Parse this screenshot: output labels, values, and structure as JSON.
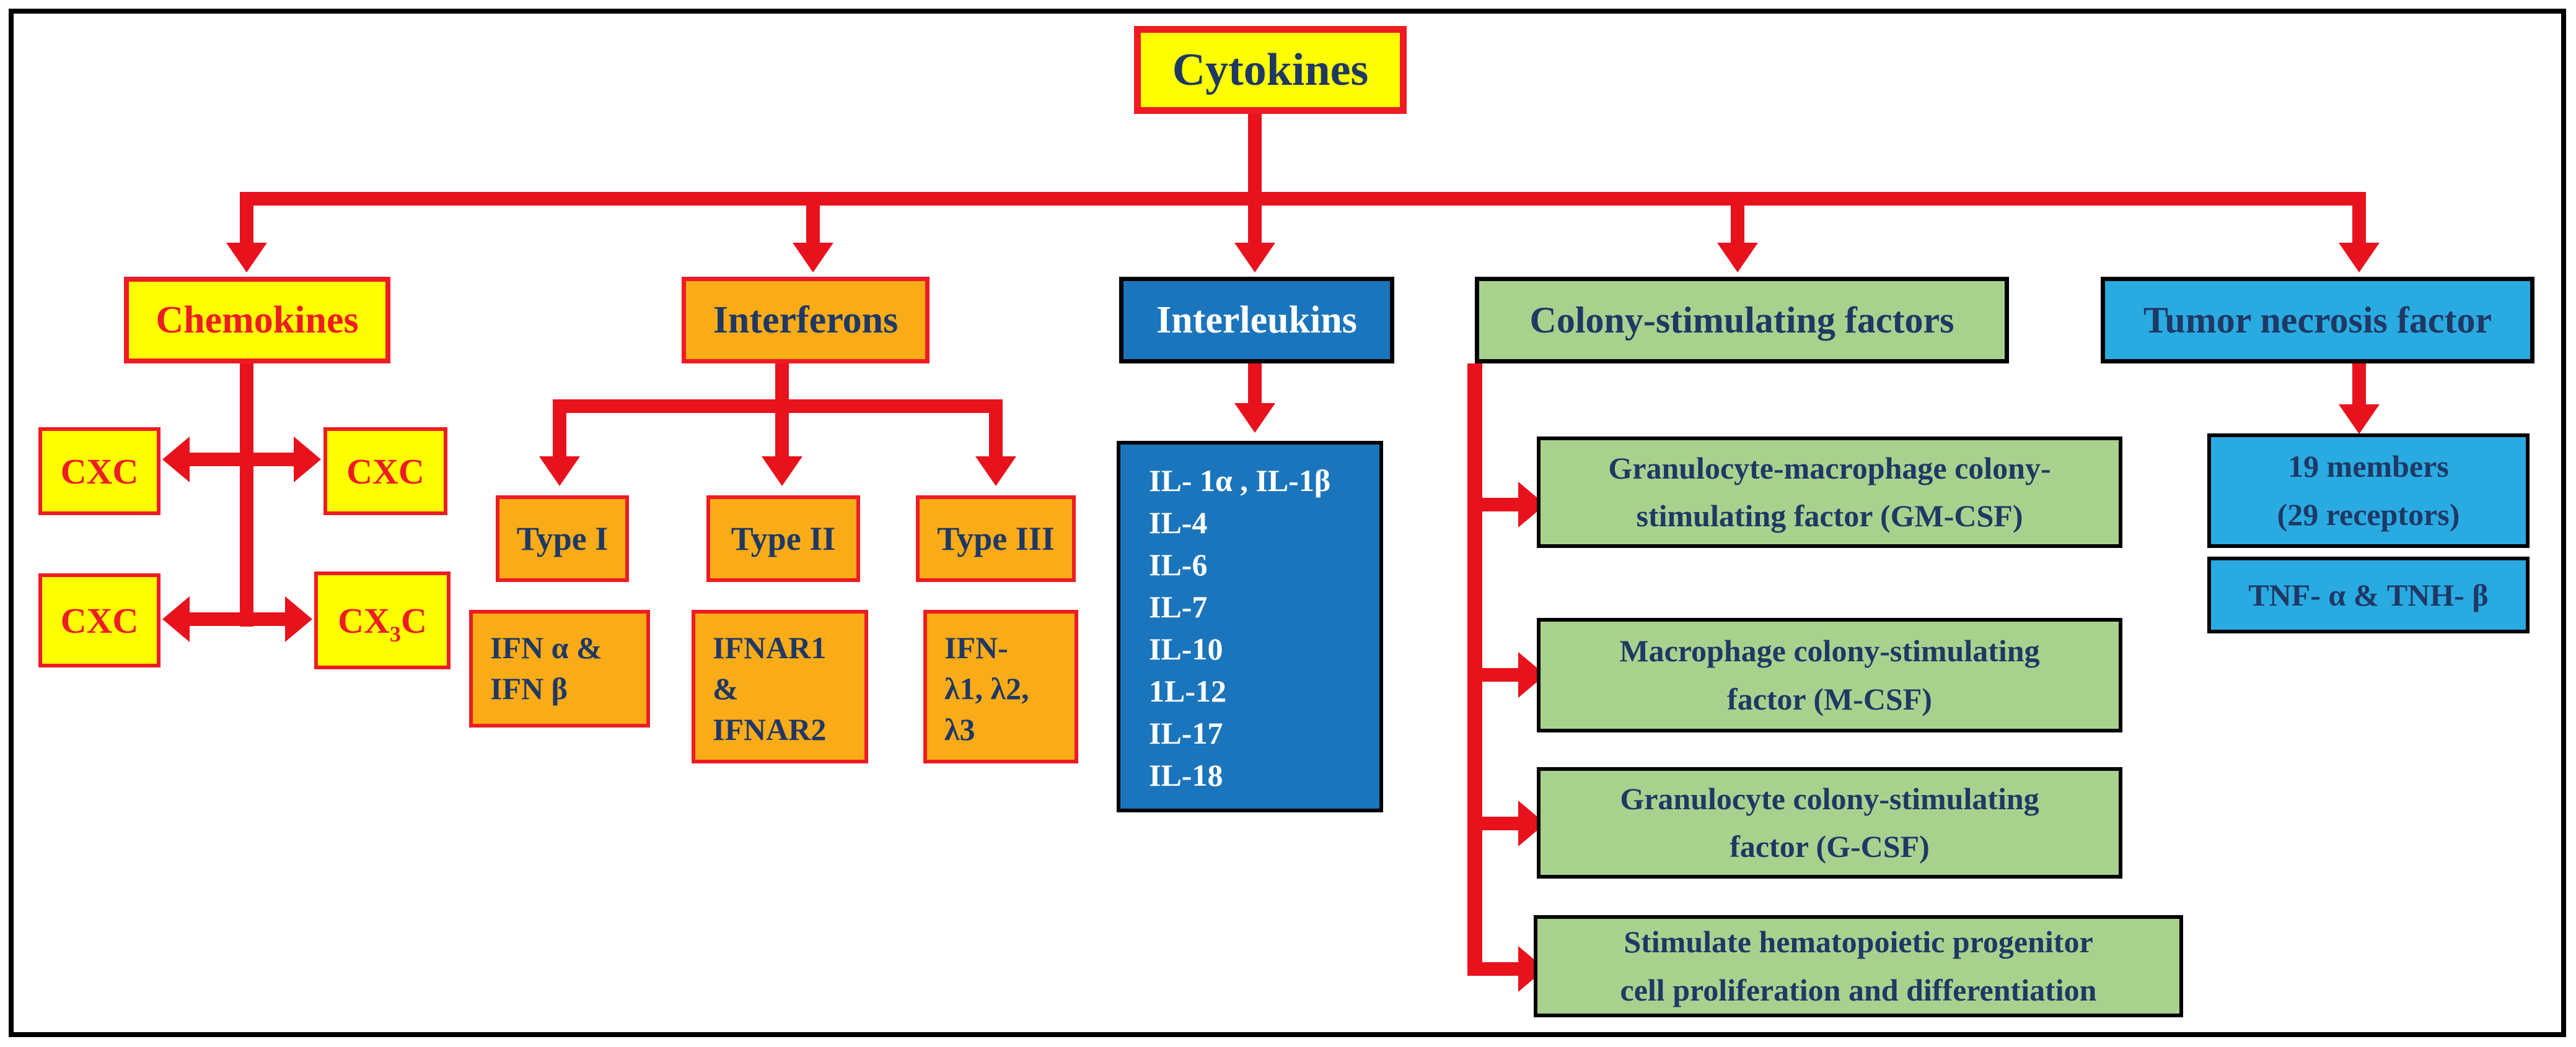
{
  "palette": {
    "red": "#E8121D",
    "yellow": "#FFFF00",
    "orange": "#FAAB18",
    "blue": "#1B75BC",
    "green": "#A9D18E",
    "cyan": "#29ABE2",
    "navy": "#1F3864",
    "text_red": "#ED1C24",
    "border_black": "#000000",
    "white": "#FFFFFF"
  },
  "cytokines": {
    "label": "Cytokines"
  },
  "chemokines": {
    "label": "Chemokines",
    "top_left": "CXC",
    "top_right": "CXC",
    "bottom_left": "CXC",
    "cx3c": {
      "pre": "CX",
      "sub": "3",
      "post": "C"
    }
  },
  "interferons": {
    "label": "Interferons",
    "type1": "Type I",
    "type2": "Type II",
    "type3": "Type III",
    "ifn_alpha_beta": {
      "line1": "IFN α &",
      "line2": "IFN β"
    },
    "ifnar": {
      "line1": "IFNAR1",
      "line2": "&",
      "line3": "IFNAR2"
    },
    "ifn_lambda": {
      "line1": "IFN-",
      "line2": "λ1, λ2,",
      "line3": "λ3"
    }
  },
  "interleukins": {
    "label": "Interleukins",
    "members": [
      "IL- 1α , IL-1β",
      "IL-4",
      "IL-6",
      "IL-7",
      "IL-10",
      "1L-12",
      "IL-17",
      "IL-18"
    ]
  },
  "csf": {
    "label": "Colony-stimulating factors",
    "gm_csf": {
      "line1": "Granulocyte-macrophage colony-",
      "line2": "stimulating factor (GM-CSF)"
    },
    "m_csf": {
      "line1": "Macrophage colony-stimulating",
      "line2": "factor (M-CSF)"
    },
    "g_csf": {
      "line1": "Granulocyte colony-stimulating",
      "line2": "factor (G-CSF)"
    },
    "function": {
      "line1": "Stimulate hematopoietic progenitor",
      "line2": "cell proliferation and differentiation"
    }
  },
  "tnf": {
    "label": "Tumor necrosis factor",
    "members_line1": "19 members",
    "members_line2": "(29 receptors)",
    "alpha_beta": "TNF- α & TNH- β"
  }
}
